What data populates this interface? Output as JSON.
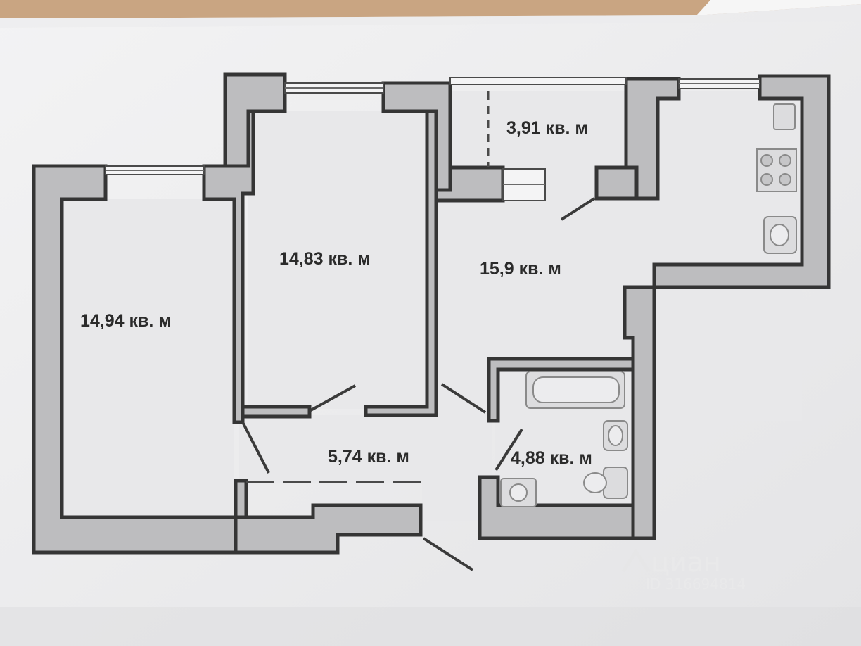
{
  "plan": {
    "rooms": [
      {
        "id": "room-left",
        "area": "14,94 кв. м"
      },
      {
        "id": "room-middle",
        "area": "14,83 кв. м"
      },
      {
        "id": "kitchen",
        "area": "15,9 кв. м"
      },
      {
        "id": "balcony",
        "area": "3,91 кв. м"
      },
      {
        "id": "hallway",
        "area": "5,74 кв. м"
      },
      {
        "id": "bathroom",
        "area": "4,88 кв. м"
      }
    ]
  },
  "watermark": {
    "brand": "циан",
    "listing_id": "ID 316694814"
  },
  "colors": {
    "wall_fill": "#bdbdbf",
    "wall_outline": "#353535",
    "floor": "#e8e8ea",
    "paper": "#efeff0",
    "table": "#c9a582"
  }
}
